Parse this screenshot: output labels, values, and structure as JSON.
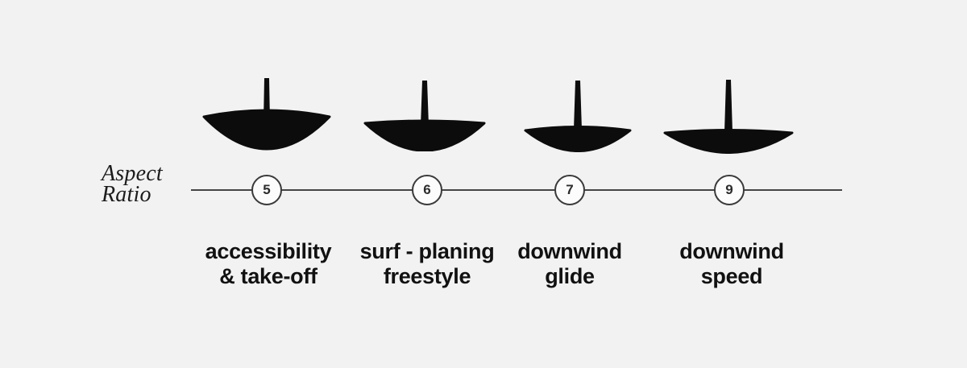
{
  "colors": {
    "background": "#f2f2f2",
    "foil": "#0c0c0c",
    "line": "#454545",
    "circle-border": "#3a3a3a",
    "circle-fill": "#fcfcfc",
    "text": "#111111"
  },
  "axis": {
    "title_line1": "Aspect",
    "title_line2": "Ratio"
  },
  "foils": [
    {
      "aspect_ratio": "5",
      "label_line1": "accessibility",
      "label_line2": "& take-off"
    },
    {
      "aspect_ratio": "6",
      "label_line1": "surf - planing",
      "label_line2": "freestyle"
    },
    {
      "aspect_ratio": "7",
      "label_line1": "downwind",
      "label_line2": "glide"
    },
    {
      "aspect_ratio": "9",
      "label_line1": "downwind",
      "label_line2": "speed"
    }
  ]
}
